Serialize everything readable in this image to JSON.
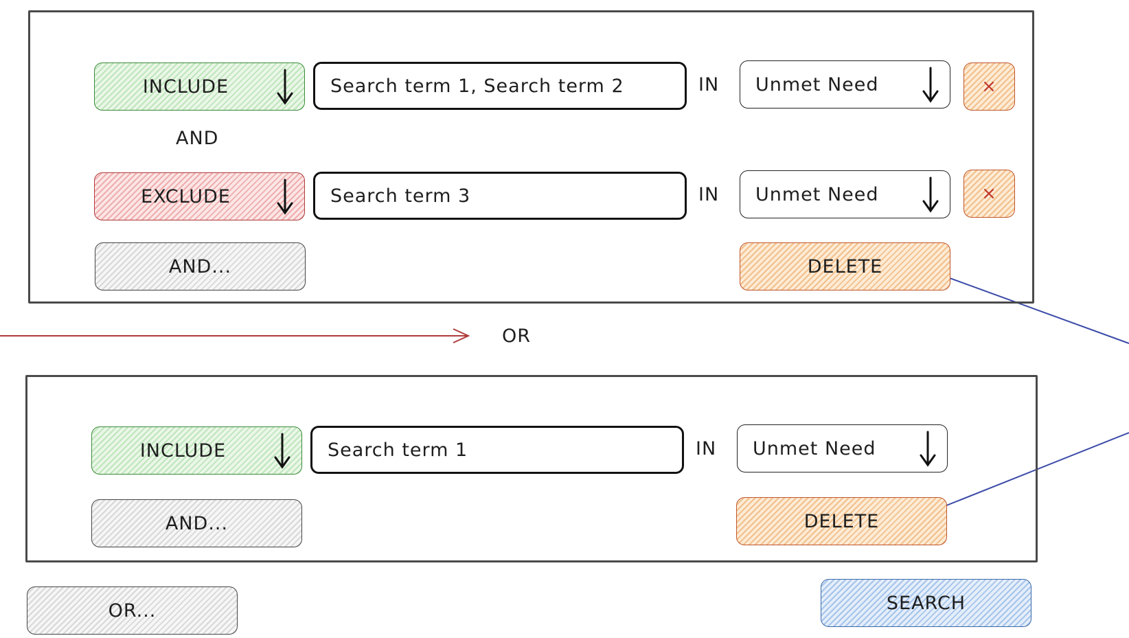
{
  "group1": {
    "rows": [
      {
        "mode": "INCLUDE",
        "term": "Search term 1, Search term 2",
        "in": "IN",
        "field": "Unmet Need",
        "remove": "×"
      },
      {
        "mode": "EXCLUDE",
        "term": "Search term 3",
        "in": "IN",
        "field": "Unmet Need",
        "remove": "×"
      }
    ],
    "joiner": "AND",
    "and_button": "AND...",
    "delete_button": "DELETE"
  },
  "or_label": "OR",
  "group2": {
    "rows": [
      {
        "mode": "INCLUDE",
        "term": "Search term 1",
        "in": "IN",
        "field": "Unmet Need"
      }
    ],
    "and_button": "AND...",
    "delete_button": "DELETE"
  },
  "or_button": "OR...",
  "search_button": "SEARCH",
  "colors": {
    "include": "#bfe5bc",
    "exclude": "#f0adad",
    "delete": "#f3c08b",
    "search": "#a6c4ea",
    "or_connector": "#b03a3a",
    "delete_connector": "#3b4aa8"
  }
}
